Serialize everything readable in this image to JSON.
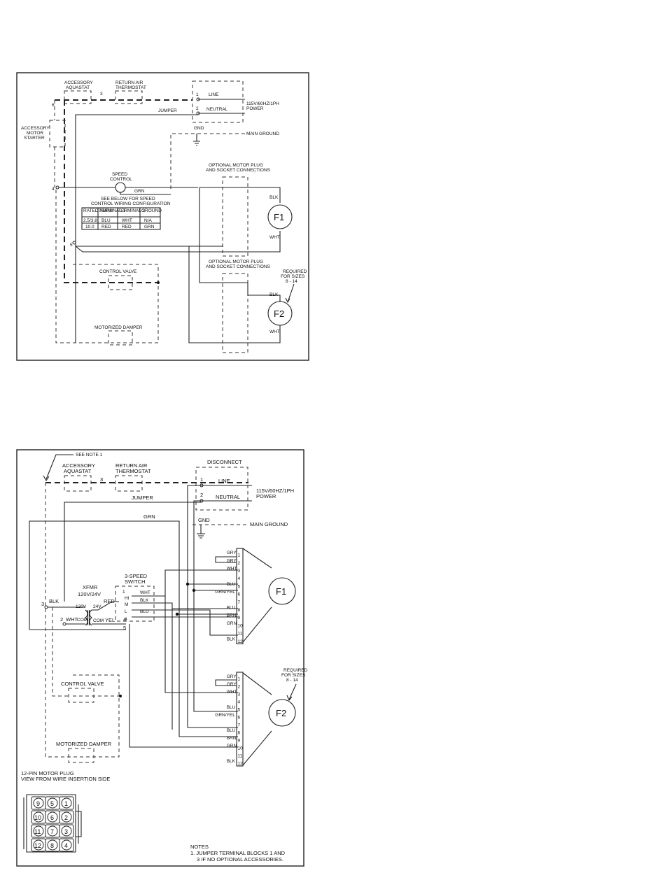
{
  "diagram1": {
    "accessory_aquastat": [
      "ACCESSORY",
      "AQUASTAT"
    ],
    "return_air_thermostat": [
      "RETURN AIR",
      "THERMOSTAT"
    ],
    "term_3": "3",
    "term_6": "6",
    "term_1": "1",
    "term_2": "2",
    "term_4": "4",
    "term_5": "5",
    "line": "LINE",
    "neutral": "NEUTRAL",
    "power": [
      "115V/60HZ/1PH",
      "POWER"
    ],
    "jumper": "JUMPER",
    "gnd": "GND",
    "main_ground": "MAIN GROUND",
    "accessory_motor_starter": [
      "ACCESSORY",
      "MOTOR",
      "STARTER"
    ],
    "speed_control": [
      "SPEED",
      "CONTROL"
    ],
    "grn": "GRN",
    "see_below": [
      "SEE BELOW FOR SPEED",
      "CONTROL WIRING CONFIGURATION"
    ],
    "table": [
      [
        "RATED AMPS",
        "TERMINAL 1",
        "TERMINAL 2",
        "GROUND"
      ],
      [
        "2.5/3.8",
        "BLU",
        "WHT",
        "N/A"
      ],
      [
        "10.0",
        "RED",
        "RED",
        "GRN"
      ]
    ],
    "plug_top": [
      "OPTIONAL MOTOR PLUG",
      "AND SOCKET CONNECTIONS"
    ],
    "plug_bottom": [
      "OPTIONAL MOTOR PLUG",
      "AND SOCKET CONNECTIONS"
    ],
    "blk": "BLK",
    "wht": "WHT",
    "f1": "F1",
    "f2": "F2",
    "required": [
      "REQUIRED",
      "FOR SIZES",
      "8 - 14"
    ],
    "control_valve": "CONTROL VALVE",
    "motorized_damper": "MOTORIZED DAMPER"
  },
  "diagram2": {
    "see_note": "SEE NOTE 1",
    "accessory_aquastat": [
      "ACCESSORY",
      "AQUASTAT"
    ],
    "return_air_thermostat": [
      "RETURN AIR",
      "THERMOSTAT"
    ],
    "disconnect": "DISCONNECT",
    "term_3": "3",
    "term_1": "1",
    "term_2": "2",
    "term_4": "4",
    "term_5": "5",
    "line": "LINE",
    "neutral": "NEUTRAL",
    "power": [
      "115V/60HZ/1PH",
      "POWER"
    ],
    "jumper": "JUMPER",
    "grn": "GRN",
    "gnd": "GND",
    "main_ground": "MAIN GROUND",
    "speed_switch": [
      "3-SPEED",
      "SWITCH"
    ],
    "xfmr": [
      "XFMR",
      "120V/24V"
    ],
    "v120": "120V",
    "v24": "24V",
    "red": "RED",
    "blk": "BLK",
    "wht": "WHT",
    "com": "COM",
    "yel": "YEL",
    "switch_labels": [
      "1",
      "HI",
      "M",
      "L",
      "4"
    ],
    "switch_wires": [
      "WHT",
      "BLK",
      "BLU"
    ],
    "plug_wires": [
      "GRY",
      "GRY",
      "WHT",
      "",
      "BLU",
      "GRN/YEL",
      "",
      "BLU",
      "BRN",
      "GRN",
      "",
      "BLK"
    ],
    "pin_numbers": [
      "1",
      "2",
      "3",
      "4",
      "5",
      "6",
      "7",
      "8",
      "9",
      "10",
      "11",
      "12"
    ],
    "f1": "F1",
    "f2": "F2",
    "required": [
      "REQUIRED",
      "FOR SIZES",
      "8 - 14"
    ],
    "control_valve": "CONTROL VALVE",
    "motorized_damper": "MOTORIZED DAMPER",
    "motor_plug_title": [
      "12-PIN MOTOR PLUG",
      "VIEW FROM WIRE INSERTION SIDE"
    ],
    "plug_pins": [
      "9",
      "5",
      "1",
      "10",
      "6",
      "2",
      "11",
      "7",
      "3",
      "12",
      "8",
      "4"
    ],
    "notes": [
      "NOTES",
      "1. JUMPER TERMINAL BLOCKS 1 AND",
      "3 IF NO OPTIONAL ACCESSORIES."
    ]
  }
}
